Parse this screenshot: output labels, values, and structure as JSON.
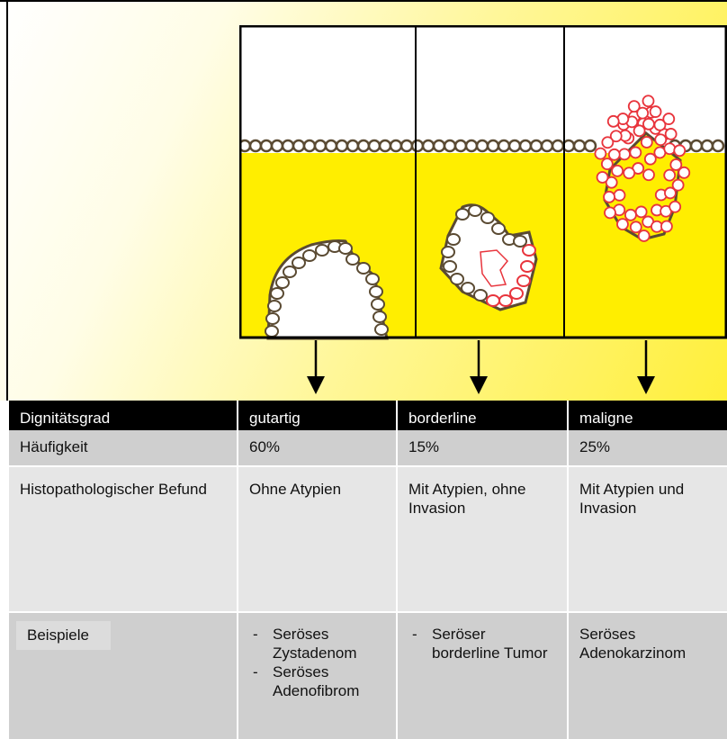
{
  "table": {
    "header": [
      "Dignitätsgrad",
      "gutartig",
      "borderline",
      "maligne"
    ],
    "rows": [
      {
        "label": "Häufigkeit",
        "cells": [
          "60%",
          "15%",
          "25%"
        ]
      },
      {
        "label": "Histopathologischer Befund",
        "cells": [
          "Ohne Atypien",
          "Mit Atypien, ohne Invasion",
          "Mit Atypien und Invasion"
        ]
      },
      {
        "label": "Beispiele",
        "cells": [
          [
            "Seröses Zystadenom",
            "Seröses Adenofibrom"
          ],
          [
            "Seröser borderline Tumor"
          ],
          "Seröses Adenokarzinom"
        ]
      }
    ]
  },
  "colors": {
    "stroma_yellow": "#ffee00",
    "epithelium_outline": "#5a4a32",
    "atypia_red": "#e8343c",
    "header_black": "#000000",
    "row_gray": "#cfcfcf",
    "row_light": "#e6e6e6"
  }
}
